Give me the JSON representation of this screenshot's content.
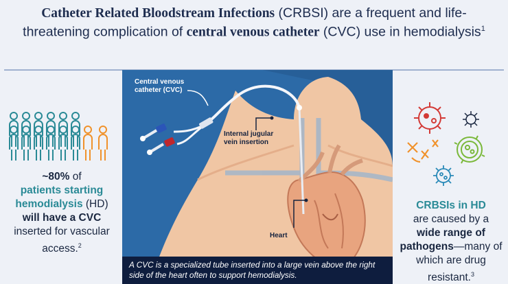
{
  "header": {
    "title_bold_1": "Catheter Related Bloodstream Infections",
    "title_text_1": " (CRBSI) are a frequent and life-threatening complication of ",
    "title_bold_2": "central venous catheter",
    "title_text_2": " (CVC) use in hemodialysis",
    "title_ref": "1"
  },
  "left": {
    "stat_value": "~80%",
    "stat_of": " of",
    "stat_teal": "patients starting hemodialysis",
    "stat_hd": " (HD)",
    "stat_bold": "will have a CVC",
    "stat_rest": "inserted for vascular access.",
    "stat_ref": "2"
  },
  "center": {
    "label_cvc": "Central venous catheter (CVC)",
    "label_ij": "Internal jugular vein insertion",
    "label_heart": "Heart",
    "caption": "A CVC is a specialized tube inserted into a large vein above the right side of the heart often to support hemodialysis."
  },
  "right": {
    "heading": "CRBSIs in HD",
    "text_1": "are caused by a",
    "bold_1": "wide range of pathogens",
    "text_2": "—many of which are drug resistant.",
    "ref": "3"
  },
  "colors": {
    "navy": "#1a2740",
    "teal": "#2a8a96",
    "orange": "#f0922b",
    "diagram_bg": "#2c6aa7",
    "skin": "#f0c6a4",
    "caption_bg": "#0e1d3e"
  },
  "icons": [
    "people-icon",
    "virus-icon",
    "bacteria-icon",
    "germ-cell-icon"
  ]
}
